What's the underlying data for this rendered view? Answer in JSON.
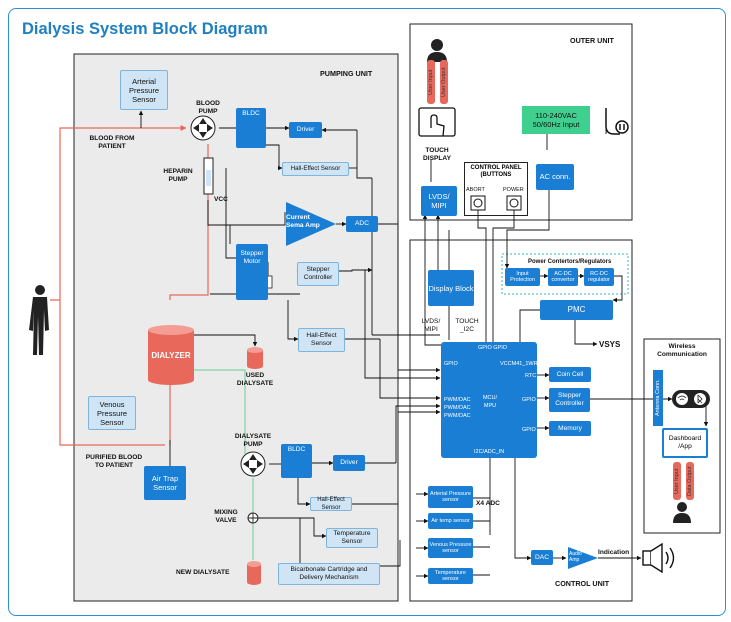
{
  "title": "Dialysis System Block Diagram",
  "sections": {
    "pumping": "PUMPING UNIT",
    "outer": "OUTER UNIT",
    "control": "CONTROL UNIT",
    "wireless": "Wireless Communication"
  },
  "pumping": {
    "arterial": "Arterial Pressure Sensor",
    "blood_pump": "BLOOD PUMP",
    "blood_from": "BLOOD FROM PATIENT",
    "heparin": "HEPARIN PUMP",
    "vcc": "VCC",
    "bldc": "BLDC",
    "driver": "Driver",
    "hall": "Hall-Effect Sensor",
    "amp": "Current Sema Amp",
    "adc": "ADC",
    "stepper_motor": "Stepper Motor",
    "stepper_ctrl": "Stepper Controller",
    "hall2": "Hall-Effect Sensor",
    "dialyzer": "DIALYZER",
    "used": "USED DIALYSATE",
    "venous": "Venous Pressure Sensor",
    "purified": "PURIFIED BLOOD TO PATIENT",
    "air_trap": "Air Trap Sensor",
    "dialysate_pump": "DIALYSATE PUMP",
    "bldc2": "BLDC",
    "driver2": "Driver",
    "hall3": "Hall-Effect Sensor",
    "mixing": "MIXING VALVE",
    "temp": "Temperature Sensor",
    "bicarb": "Bicarbonate Cartridge and Delivery Mechanism",
    "new_dialysate": "NEW DIALYSATE"
  },
  "outer": {
    "user_input": "User Input",
    "user_output": "User Output",
    "touch_display": "TOUCH DISPLAY",
    "control_panel": "CONTROL PANEL (BUTTONS",
    "abort": "ABORT",
    "power": "POWER",
    "ac_input": "110-240VAC 50/60Hz Input",
    "ac_conn": "AC conn.",
    "lvds": "LVDS/ MIPI"
  },
  "control": {
    "display_block": "Display Block",
    "lvds2": "LVDS/ MIPI",
    "touch_i2c": "TOUCH _I2C",
    "power_title": "Power Contertors/Regulators",
    "input_prot": "Input Protection",
    "acdc": "AC-DC convertor",
    "rcdc": "RC-DC regulator",
    "pmc": "PMC",
    "vsys": "VSYS",
    "gpio_gpio": "GPIO GPIO",
    "gpio": "GPIO",
    "vccm": "VCCM41_1WR",
    "rtc": "RTC",
    "gpio2": "GPIO",
    "gpio3": "GPIO",
    "pwm1": "PWM/DAC",
    "pwm2": "PWM/DAC",
    "pwm3": "PWM/DAC",
    "mcu": "MCU/ MPU",
    "i2c_adc": "I2C/ADC_IN",
    "coin": "Coin Cell",
    "stepper": "Stepper Controller",
    "memory": "Memory",
    "x4adc": "X4 ADC",
    "s_arterial": "Arterial Pressure sensor",
    "s_air": "Air temp sensor",
    "s_venous": "Venous Pressure sensor",
    "s_temp": "Temperature sensor",
    "dac": "DAC",
    "audio": "Audio Amp",
    "indication": "Indication"
  },
  "wireless": {
    "antenna": "Antenna Conn.",
    "dashboard": "Dashboard /App",
    "user_input": "User Input",
    "data_output": "Data Output"
  },
  "colors": {
    "accent": "#1e7fc1",
    "block": "#1a7fd4",
    "light_block": "#cfe4f5",
    "red_flow": "#e8685b",
    "green_flow": "#7fd2a4",
    "ac_green": "#3fcf8e",
    "pump_bg": "#ebebeb"
  }
}
